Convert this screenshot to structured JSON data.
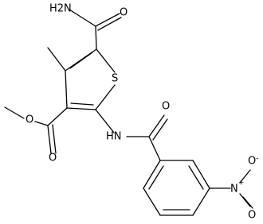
{
  "atom_labels": {
    "amide_nh2": "H2N",
    "amide_o": "O",
    "ester_o_carbonyl": "O",
    "ester_o_methoxy": "O",
    "ring_s": "S",
    "amide_nh": "HN",
    "benzoyl_o": "O",
    "nitro_n": "N",
    "nitro_n_charge": "+",
    "nitro_o_upper": "O",
    "nitro_o_upper_charge": "-",
    "nitro_o_lower": "O"
  }
}
